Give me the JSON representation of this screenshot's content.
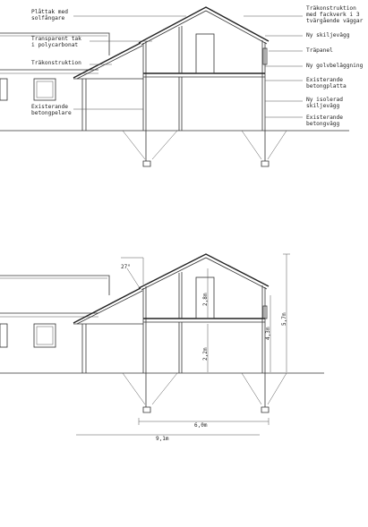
{
  "top_section": {
    "labels_left": {
      "plattak": "Plåttak med\nsolfångare",
      "transparent_tak": "Transparent tak\ni polycarbonat",
      "trakonstruktion": "Träkonstruktion",
      "betongpelare": "Existerande\nbetongpelare"
    },
    "labels_right": {
      "fackverk": "Träkonstruktion\nmed fackverk i 3\ntvärgående väggar",
      "skiljevagg": "Ny skiljevägg",
      "trapanel": "Träpanel",
      "golvbelaggning": "Ny golvbeläggning",
      "betongplatta": "Existerande\nbetongplatta",
      "isolerad": "Ny isolerad\nskiljevägg",
      "betongvagg": "Existerande\nbetongvägg"
    }
  },
  "bottom_section": {
    "angle": "27°",
    "dim_upper_room": "2,8m",
    "dim_lower_room": "2,2m",
    "dim_height_mid": "4,3m",
    "dim_height_total": "5,7m",
    "dim_width_inner": "6,0m",
    "dim_width_total": "9,1m"
  }
}
